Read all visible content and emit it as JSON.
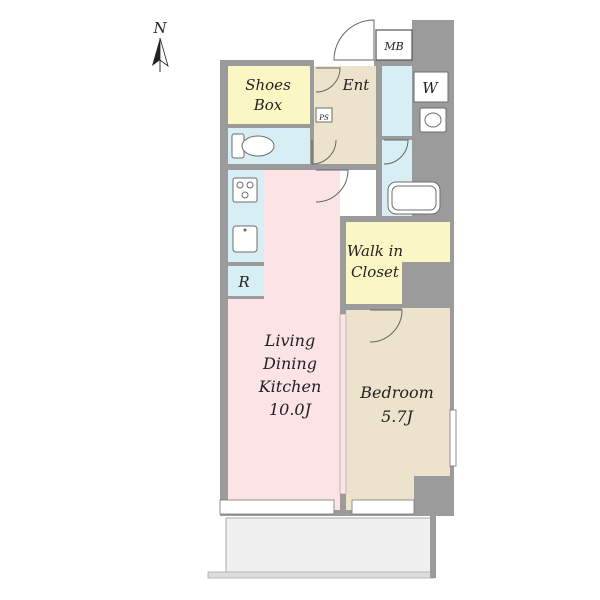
{
  "compass": {
    "label": "N"
  },
  "labels": {
    "mb": "MB",
    "shoes_line1": "Shoes",
    "shoes_line2": "Box",
    "entrance": "Ent",
    "ps": "PS",
    "washer": "W",
    "fridge": "R",
    "walkin_line1": "Walk in",
    "walkin_line2": "Closet",
    "ldk_line1": "Living",
    "ldk_line2": "Dining",
    "ldk_line3": "Kitchen",
    "ldk_size": "10.0J",
    "bed_line1": "Bedroom",
    "bed_size": "5.7J"
  },
  "colors": {
    "wall": "#9b9b9b",
    "living_dining_kitchen": "#fbe3e6",
    "bedroom": "#ede3cc",
    "entrance_hall": "#ede3cc",
    "shoes_box": "#fbf7c4",
    "walk_in_closet": "#fbf7c4",
    "wet_areas": "#d8eef5",
    "balcony": "#f0f0f0"
  }
}
